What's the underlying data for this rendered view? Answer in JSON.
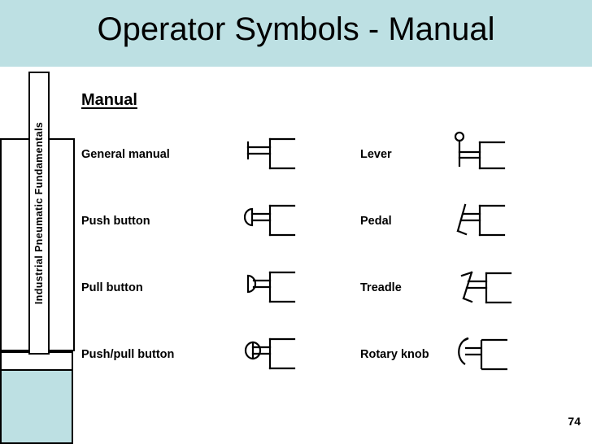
{
  "slide": {
    "title": "Operator Symbols - Manual",
    "banner_color": "#bde0e3",
    "page_number": "74"
  },
  "sidebar": {
    "vertical_label": "Industrial Pneumatic Fundamentals",
    "accent_color": "#bde0e3"
  },
  "content": {
    "section_heading": "Manual",
    "rows": [
      {
        "left": {
          "label": "General manual",
          "symbol": "general-manual-symbol"
        },
        "right": {
          "label": "Lever",
          "symbol": "lever-symbol"
        }
      },
      {
        "left": {
          "label": "Push button",
          "symbol": "push-button-symbol"
        },
        "right": {
          "label": "Pedal",
          "symbol": "pedal-symbol"
        }
      },
      {
        "left": {
          "label": "Pull button",
          "symbol": "pull-button-symbol"
        },
        "right": {
          "label": "Treadle",
          "symbol": "treadle-symbol"
        }
      },
      {
        "left": {
          "label": "Push/pull button",
          "symbol": "push-pull-button-symbol"
        },
        "right": {
          "label": "Rotary knob",
          "symbol": "rotary-knob-symbol"
        }
      }
    ]
  }
}
